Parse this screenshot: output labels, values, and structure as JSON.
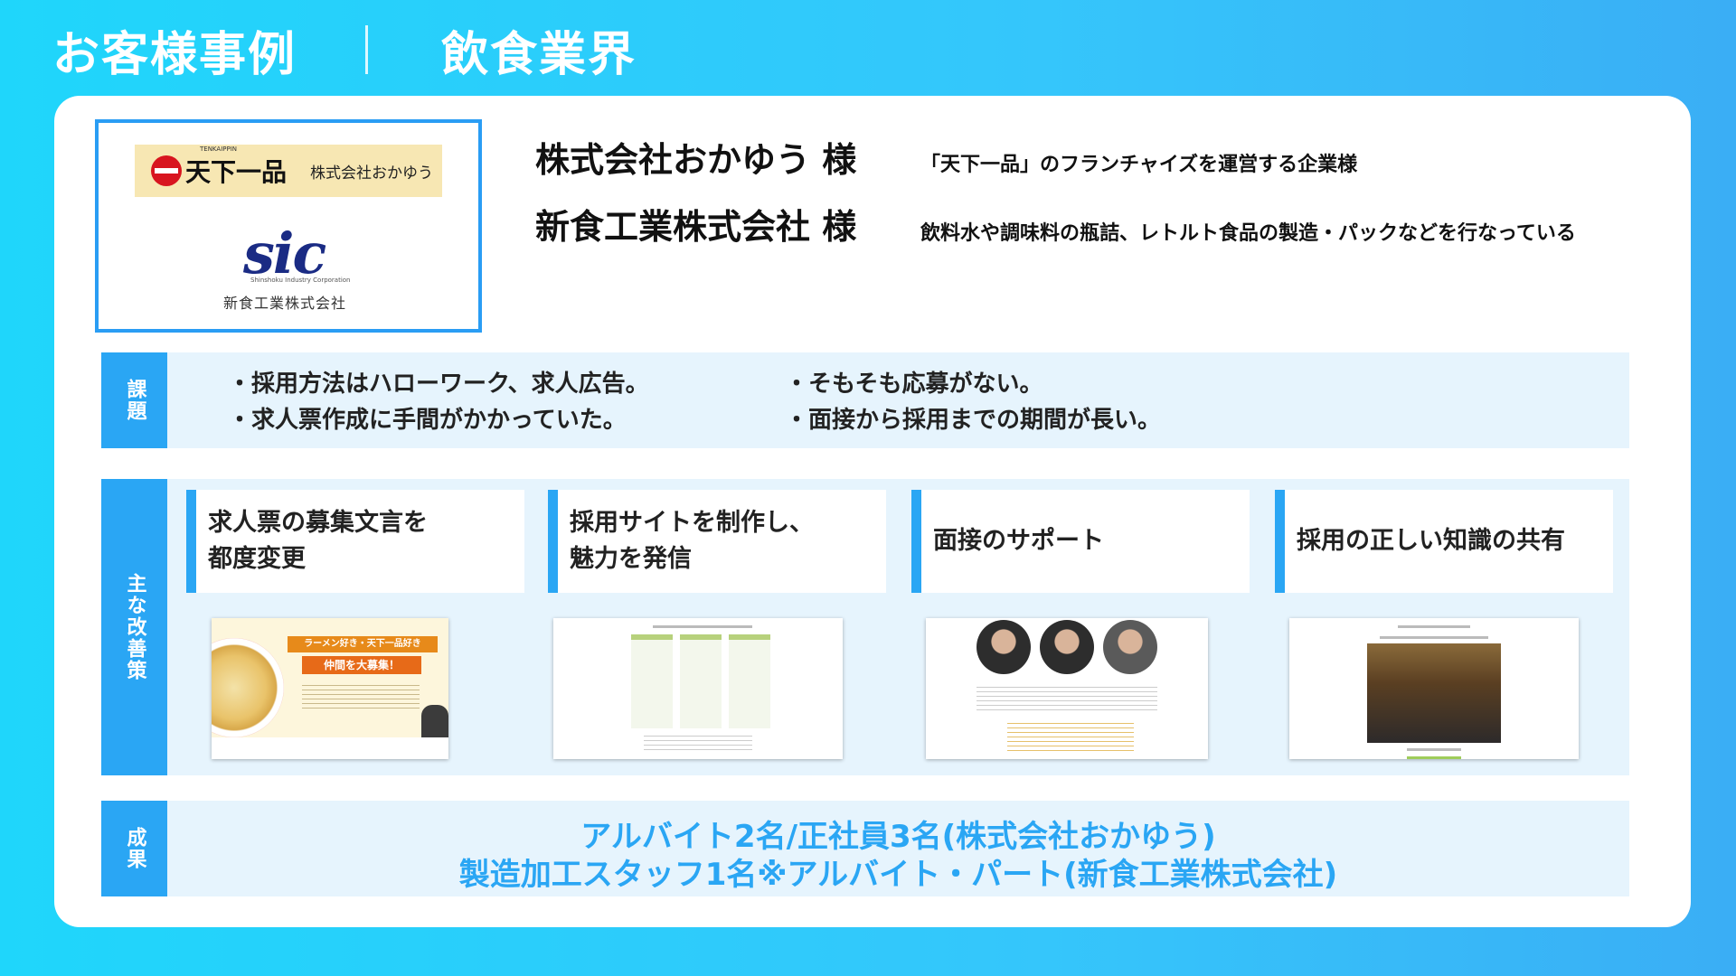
{
  "header": {
    "title": "お客様事例",
    "industry": "飲食業界"
  },
  "logos": {
    "logo1_en": "TENKAIPPIN",
    "logo1_brand": "天下一品",
    "logo1_company": "株式会社おかゆう",
    "logo2_mark": "sic",
    "logo2_tagline": "Shinshoku Industry Corporation",
    "logo2_company": "新食工業株式会社"
  },
  "companies": [
    {
      "name": "株式会社おかゆう 様",
      "desc": "「天下一品」のフランチャイズを運営する企業様"
    },
    {
      "name": "新食工業株式会社 様",
      "desc": "飲料水や調味料の瓶詰、レトルト食品の製造・パックなどを行なっている"
    }
  ],
  "issues": {
    "label": "課題",
    "items": [
      "・採用方法はハローワーク、求人広告。",
      "・求人票作成に手間がかかっていた。",
      "・そもそも応募がない。",
      "・面接から採用までの期間が長い。"
    ]
  },
  "measures": {
    "label": "主な改善策",
    "items": [
      {
        "line1": "求人票の募集文言を",
        "line2": "都度変更"
      },
      {
        "line1": "採用サイトを制作し、",
        "line2": "魅力を発信"
      },
      {
        "line1": "面接のサポート",
        "line2": ""
      },
      {
        "line1": "採用の正しい知識の共有",
        "line2": ""
      }
    ],
    "thumb1": {
      "banner1": "ラーメン好き・天下一品好き",
      "banner2": "仲間を大募集！"
    }
  },
  "results": {
    "label": "成果",
    "line1": "アルバイト2名/正社員3名(株式会社おかゆう)",
    "line2": "製造加工スタッフ1名※アルバイト・パート(新食工業株式会社)"
  },
  "colors": {
    "accent": "#2aa6f4",
    "panel": "#e6f4fd",
    "bg_start": "#1fd6fb",
    "bg_end": "#3aaef5"
  }
}
